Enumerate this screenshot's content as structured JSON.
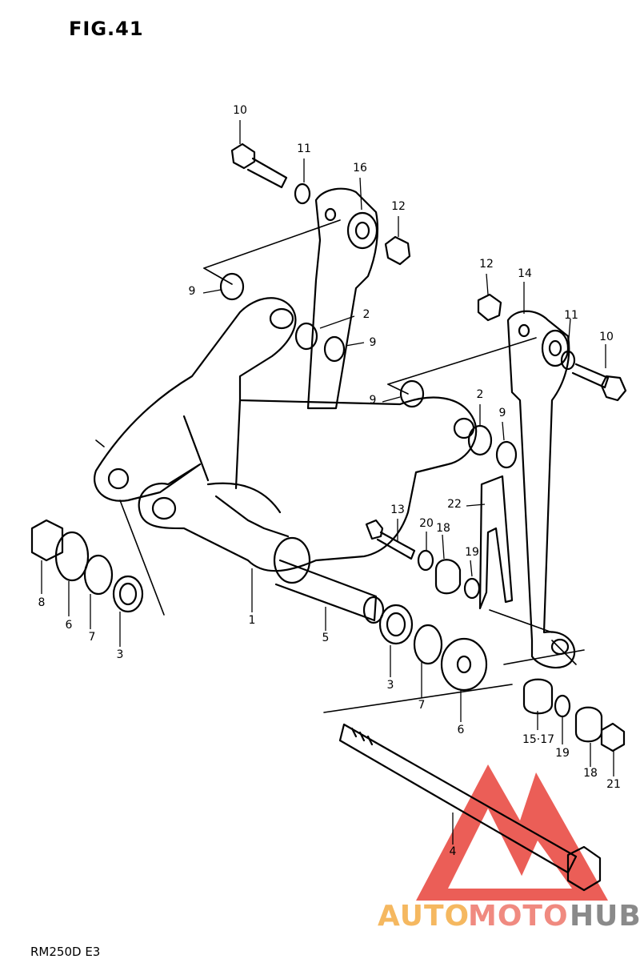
{
  "figure": {
    "title": "FIG.41",
    "model_code": "RM250D  E3"
  },
  "watermark": {
    "part_auto": "AUTO",
    "part_moto": "MOTO",
    "part_hub": "HUB",
    "colors": {
      "auto": "#f5b860",
      "moto": "#f08a80",
      "hub": "#8a8a8a",
      "triangle": "#e8433a"
    }
  },
  "callouts": [
    "10",
    "11",
    "16",
    "12",
    "9",
    "2",
    "9",
    "12",
    "14",
    "11",
    "10",
    "9",
    "2",
    "9",
    "22",
    "13",
    "20",
    "18",
    "19",
    "8",
    "6",
    "7",
    "3",
    "1",
    "5",
    "3",
    "7",
    "6",
    "15·17",
    "19",
    "18",
    "21",
    "4"
  ],
  "colors": {
    "ink": "#000000",
    "paper": "#ffffff"
  }
}
